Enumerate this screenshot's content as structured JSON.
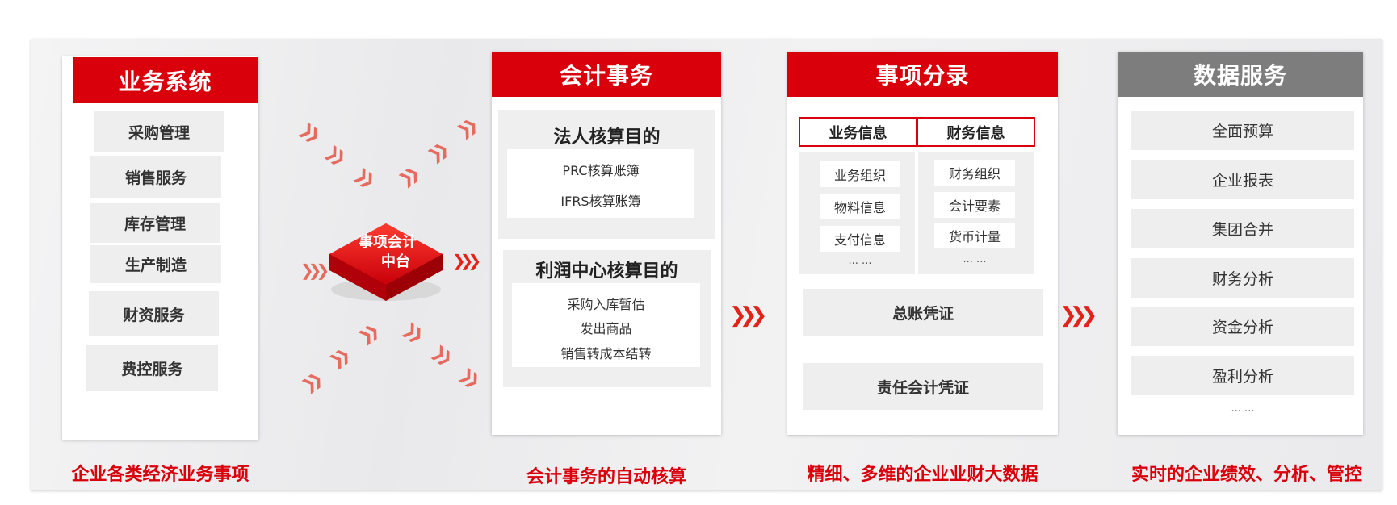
{
  "business_systems": {
    "title": "业务系统",
    "items": [
      "采购管理",
      "销售服务",
      "库存管理",
      "生产制造",
      "财资服务",
      "费控服务"
    ],
    "caption": "企业各类经济业务事项"
  },
  "hub": {
    "label_line1": "事项会计",
    "label_line2": "中台"
  },
  "accounting": {
    "title": "会计事务",
    "legal_title": "法人核算目的",
    "legal_items": [
      "PRC核算账簿",
      "IFRS核算账簿"
    ],
    "profit_title": "利润中心核算目的",
    "profit_items": [
      "采购入库暂估",
      "发出商品",
      "销售转成本结转"
    ],
    "caption": "会计事务的自动核算"
  },
  "entries": {
    "title": "事项分录",
    "business_info": "业务信息",
    "finance_info": "财务信息",
    "business_items": [
      "业务组织",
      "物料信息",
      "支付信息"
    ],
    "finance_items": [
      "财务组织",
      "会计要素",
      "货币计量"
    ],
    "ellipsis": "··· ···",
    "gl_voucher": "总账凭证",
    "resp_voucher": "责任会计凭证",
    "caption": "精细、多维的企业业财大数据"
  },
  "data_services": {
    "title": "数据服务",
    "items": [
      "全面预算",
      "企业报表",
      "集团合并",
      "财务分析",
      "资金分析",
      "盈利分析"
    ],
    "ellipsis": "··· ···",
    "caption": "实时的企业绩效、分析、管控"
  },
  "colors": {
    "accent": "#d9000b",
    "header_gray": "#7d7d7d",
    "item_bg": "#eeeeee"
  },
  "icons": [
    "chevron-arrows-icon",
    "cube-hub-icon"
  ]
}
